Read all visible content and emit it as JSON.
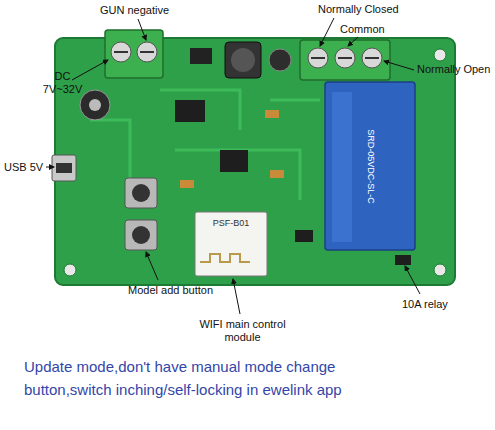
{
  "diagram": {
    "caption": "Update mode,don't have manual mode change button,switch inching/self-locking in ewelink app",
    "labels": [
      "GUN negative",
      "DC 7V~32V",
      "Normally Closed",
      "Common",
      "Normally Open",
      "USB 5V",
      "Model add button",
      "WIFI main control module",
      "10A relay",
      "SRD-05VDC-SL-C",
      "PSF-B01"
    ]
  }
}
